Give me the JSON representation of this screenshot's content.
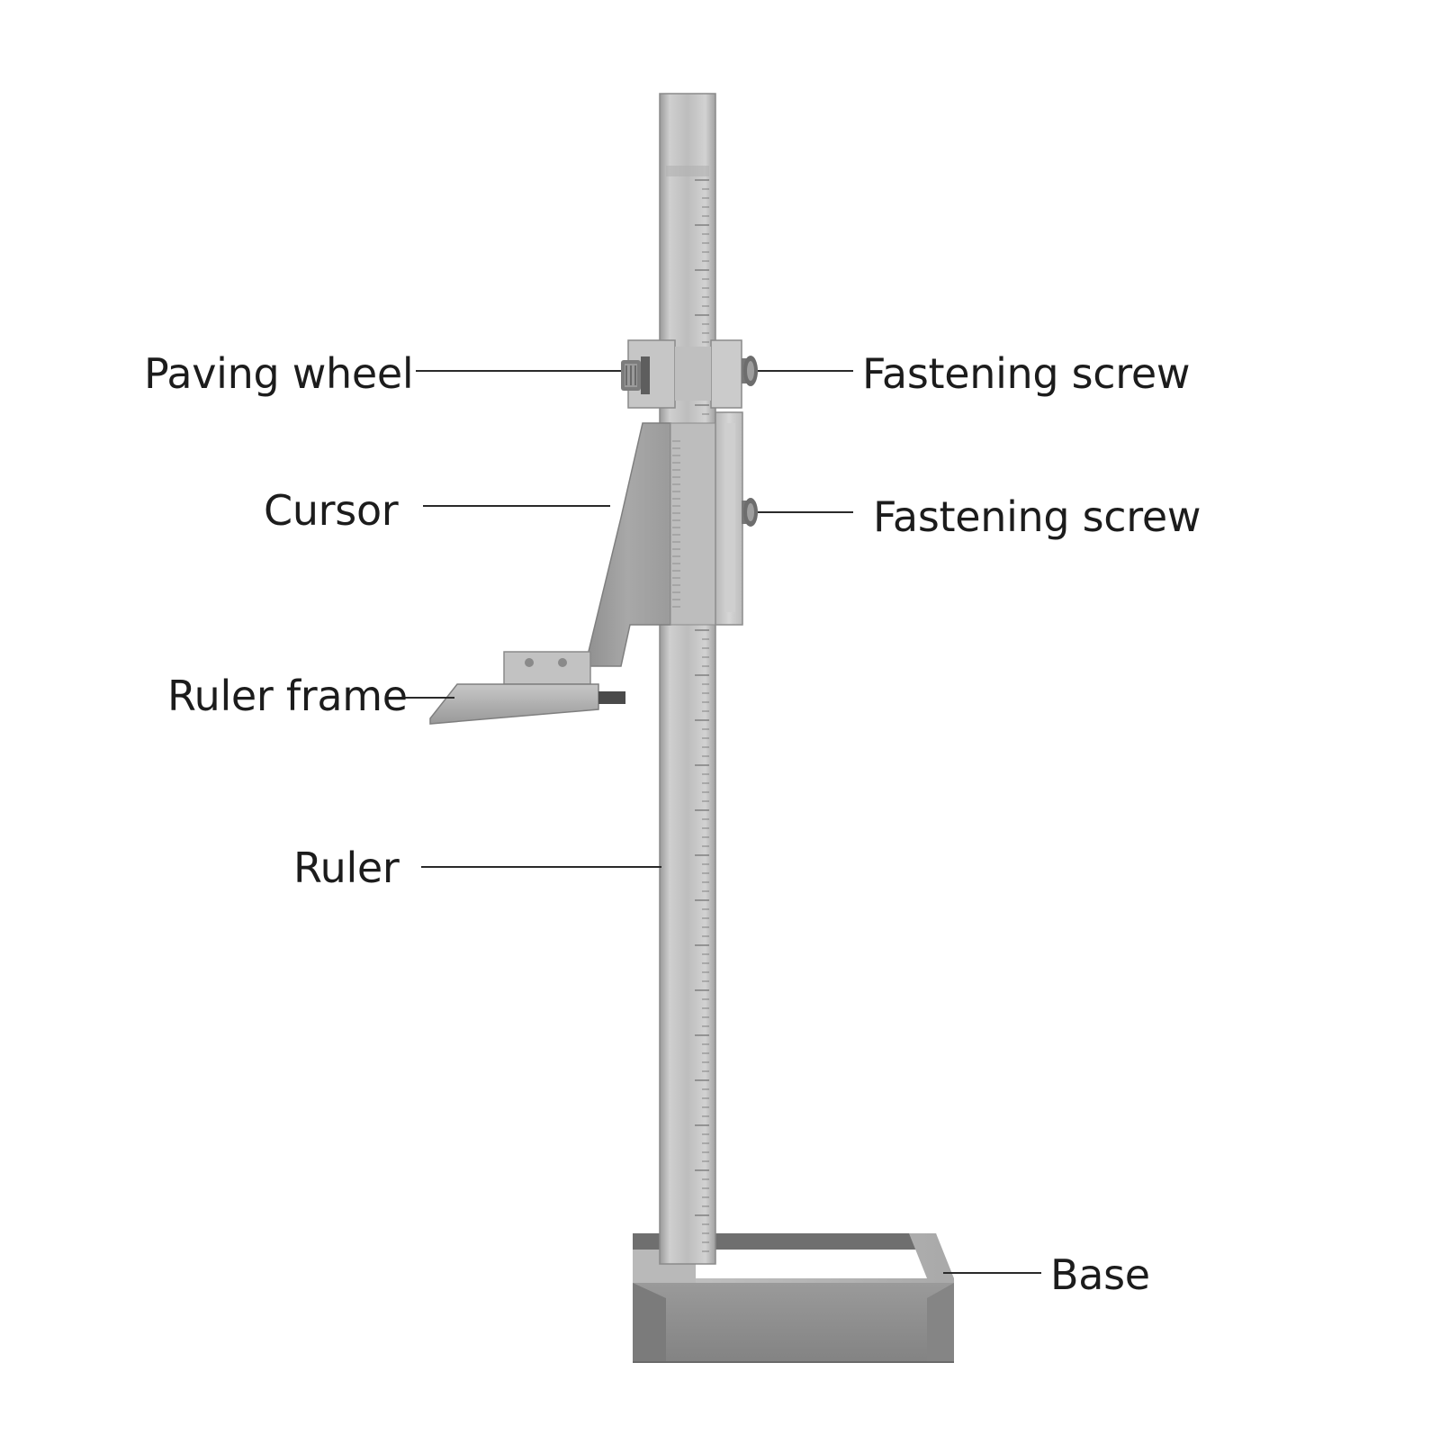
{
  "labels": {
    "paving_wheel": "Paving wheel",
    "cursor": "Cursor",
    "ruler_frame": "Ruler frame",
    "ruler": "Ruler",
    "fastening_screw_top": "Fastening screw",
    "fastening_screw_lower": "Fastening screw",
    "base": "Base"
  },
  "colors": {
    "background": "#ffffff",
    "label_text": "#1c1c1c",
    "leader_line": "#2a2a2a",
    "steel_light": "#c9c9c9",
    "steel_mid": "#a9a9a9",
    "steel_dark": "#7d7d7d",
    "base_face": "#8c8c8c",
    "base_top": "#b5b5b5"
  }
}
